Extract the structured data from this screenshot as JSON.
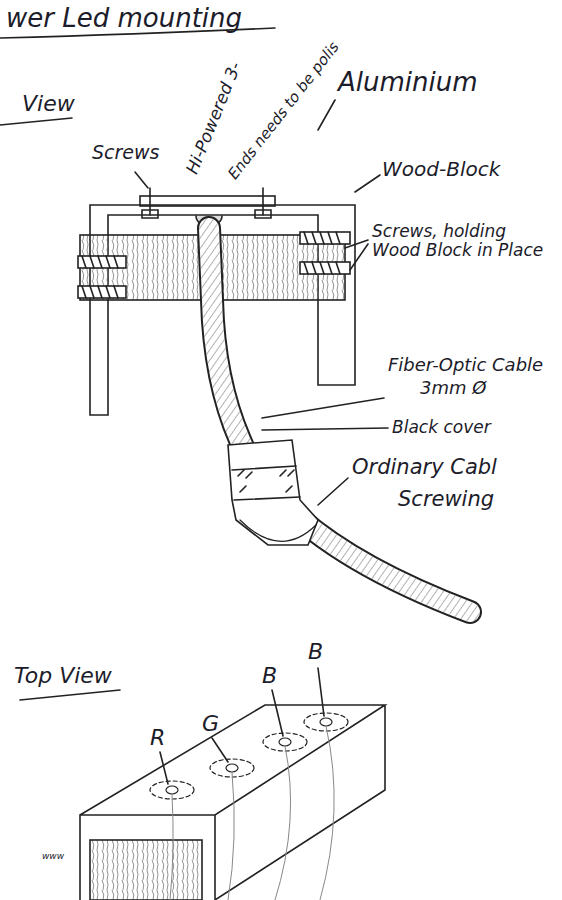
{
  "diagram": {
    "title": "wer Led mounting",
    "labels": [
      "View",
      "Screws",
      "Hi-Powered 3-",
      "Ends needs to be polis",
      "Aluminium",
      "Wood-Block",
      "Screws, holding Wood Block in Place",
      "Fiber-Optic Cable",
      "3mm Ø",
      "Black cover",
      "Ordinary Cabl",
      "Screwing",
      "Top View",
      "R",
      "G",
      "B",
      "B",
      "www"
    ]
  }
}
